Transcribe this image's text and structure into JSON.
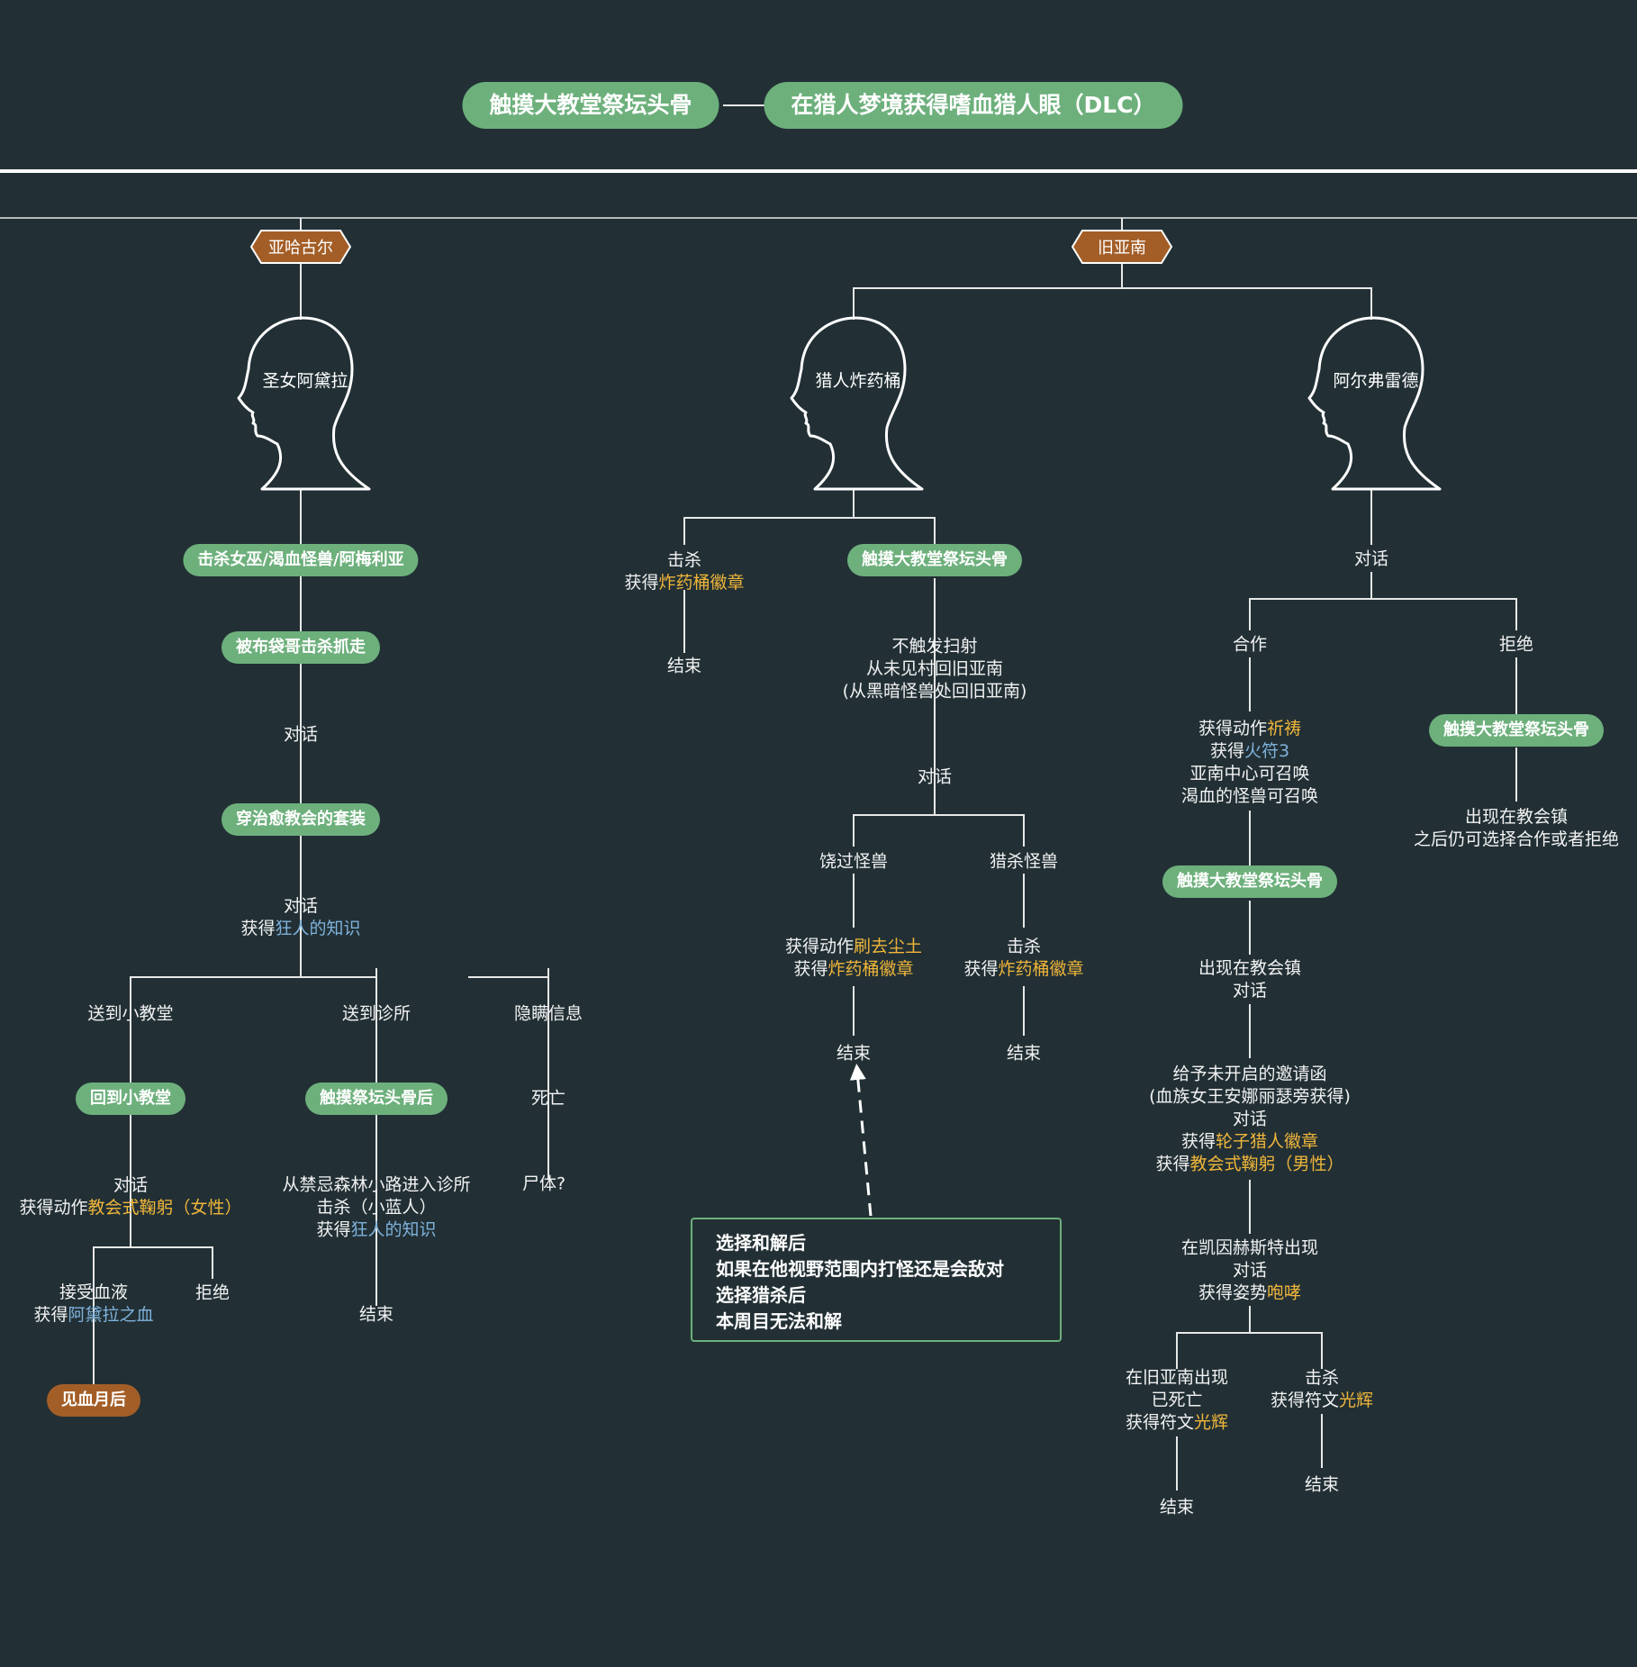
{
  "colors": {
    "background": "#223035",
    "pill_green": "#6db07c",
    "pill_brown": "#a35e27",
    "highlight_gold": "#f0b63a",
    "highlight_blue": "#7fb2dc",
    "line": "#e8e8e8"
  },
  "header": {
    "left_pill": "触摸大教堂祭坛头骨",
    "right_pill": "在猎人梦境获得嗜血猎人眼（DLC）"
  },
  "areas": {
    "yahargul": "亚哈古尔",
    "old_yharnam": "旧亚南"
  },
  "heads": {
    "adella": "圣女阿黛拉",
    "djura_ally": "猎人炸药桶",
    "alfred": "阿尔弗雷德"
  },
  "adella_branch": {
    "pill_kill": "击杀女巫/渴血怪兽/阿梅利亚",
    "pill_kidnapped": "被布袋哥击杀抓走",
    "talk1": "对话",
    "pill_wear": "穿治愈教会的套装",
    "talk2": "对话",
    "gain_knowledge_pre": "获得",
    "gain_knowledge_hl": "狂人的知识",
    "send_chapel": "送到小教堂",
    "send_clinic": "送到诊所",
    "hide_info": "隐瞒信息",
    "pill_return_chapel": "回到小教堂",
    "pill_after_touch": "触摸祭坛头骨后",
    "death": "死亡",
    "corpse": "尸体?",
    "chapel_talk": "对话",
    "chapel_gesture_pre": "获得动作",
    "chapel_gesture_hl": "教会式鞠躬（女性）",
    "clinic_line1": "从禁忌森林小路进入诊所",
    "clinic_line2": "击杀（小蓝人）",
    "clinic_gain_pre": "获得",
    "clinic_gain_hl": "狂人的知识",
    "clinic_end": "结束",
    "accept_blood": "接受血液",
    "blood_gain_pre": "获得",
    "blood_gain_hl": "阿黛拉之血",
    "refuse": "拒绝",
    "pill_bloodmoon": "见血月后"
  },
  "djura_branch": {
    "kill": "击杀",
    "kill_gain_pre": "获得",
    "kill_gain_hl": "炸药桶徽章",
    "kill_end": "结束",
    "pill_touch": "触摸大教堂祭坛头骨",
    "cond1": "不触发扫射",
    "cond2": "从未见村回旧亚南",
    "cond3": "(从黑暗怪兽处回旧亚南)",
    "talk": "对话",
    "spare": "饶过怪兽",
    "hunt": "猎杀怪兽",
    "spare_gain_pre": "获得动作",
    "spare_gain_hl": "刷去尘土",
    "spare_gain2_pre": "获得",
    "spare_gain2_hl": "炸药桶徽章",
    "hunt_kill": "击杀",
    "hunt_gain_pre": "获得",
    "hunt_gain_hl": "炸药桶徽章",
    "spare_end": "结束",
    "hunt_end": "结束"
  },
  "note": {
    "line1": "选择和解后",
    "line2": "如果在他视野范围内打怪还是会敌对",
    "line3": "选择猎杀后",
    "line4": "本周目无法和解"
  },
  "alfred_branch": {
    "talk": "对话",
    "cooperate": "合作",
    "refuse": "拒绝",
    "coop_gesture_pre": "获得动作",
    "coop_gesture_hl": "祈祷",
    "coop_rune_pre": "获得",
    "coop_rune_hl": "火符3",
    "coop_summon1": "亚南中心可召唤",
    "coop_summon2": "渴血的怪兽可召唤",
    "pill_touch_right": "触摸大教堂祭坛头骨",
    "refuse_line1": "出现在教会镇",
    "refuse_line2": "之后仍可选择合作或者拒绝",
    "pill_touch_mid": "触摸大教堂祭坛头骨",
    "appear_cathedral": "出现在教会镇",
    "appear_talk": "对话",
    "give_invite": "给予未开启的邀请函",
    "invite_note": "(血族女王安娜丽瑟旁获得)",
    "invite_talk": "对话",
    "wheel_gain_pre": "获得",
    "wheel_gain_hl": "轮子猎人徽章",
    "bow_gain_pre": "获得",
    "bow_gain_hl": "教会式鞠躬（男性）",
    "cainhurst_appear": "在凯因赫斯特出现",
    "cainhurst_talk": "对话",
    "roar_gain_pre": "获得姿势",
    "roar_gain_hl": "咆哮",
    "left_appear": "在旧亚南出现",
    "left_dead": "已死亡",
    "left_rune_pre": "获得符文",
    "left_rune_hl": "光辉",
    "right_kill": "击杀",
    "right_rune_pre": "获得符文",
    "right_rune_hl": "光辉",
    "left_end": "结束",
    "right_end": "结束"
  }
}
